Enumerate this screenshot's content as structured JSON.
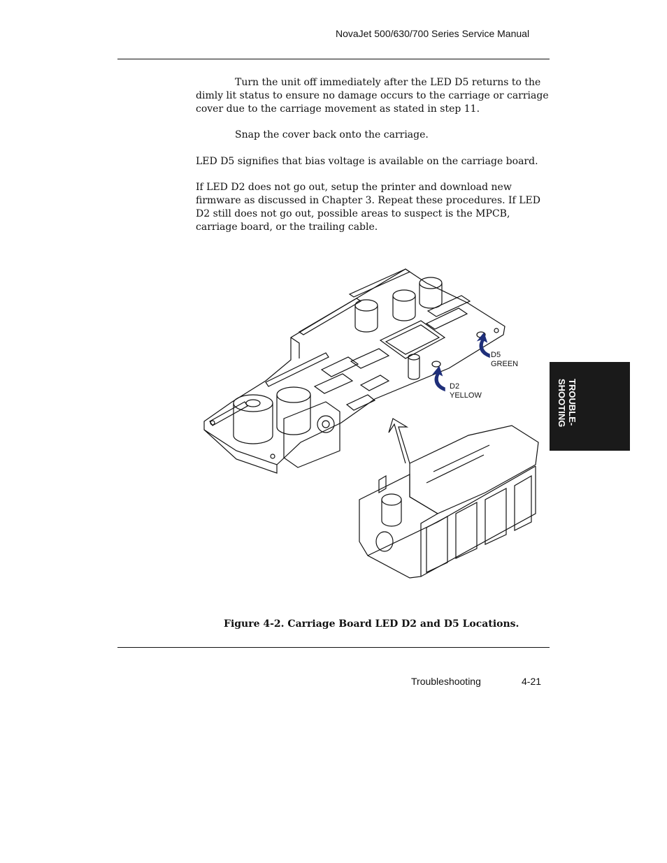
{
  "header": {
    "title": "NovaJet 500/630/700 Series Service Manual"
  },
  "body": {
    "para1": "Turn the unit off immediately after the LED D5 returns to the dimly lit status to ensure no damage occurs to the carriage or carriage cover due to the carriage movement as stated in step 11.",
    "para2": "Snap the cover back onto the carriage.",
    "para3": "LED D5 signifies that bias voltage is available on the carriage board.",
    "para4": "If LED D2 does not go out, setup the printer and download new firmware as discussed in Chapter 3.  Repeat these procedures.  If LED D2 still does not go out, possible areas to suspect is the MPCB, carriage board, or the trailing cable."
  },
  "figure": {
    "callouts": {
      "d5_name": "D5",
      "d5_color": "GREEN",
      "d2_name": "D2",
      "d2_color": "YELLOW"
    },
    "caption": "Figure 4-2.  Carriage Board LED D2 and D5 Locations."
  },
  "side_tab": {
    "label": "TROUBLE-\nSHOOTING"
  },
  "footer": {
    "section": "Troubleshooting",
    "page": "4-21"
  },
  "colors": {
    "arrow_blue": "#1f2f7a",
    "tab_bg": "#1a1a1a"
  }
}
